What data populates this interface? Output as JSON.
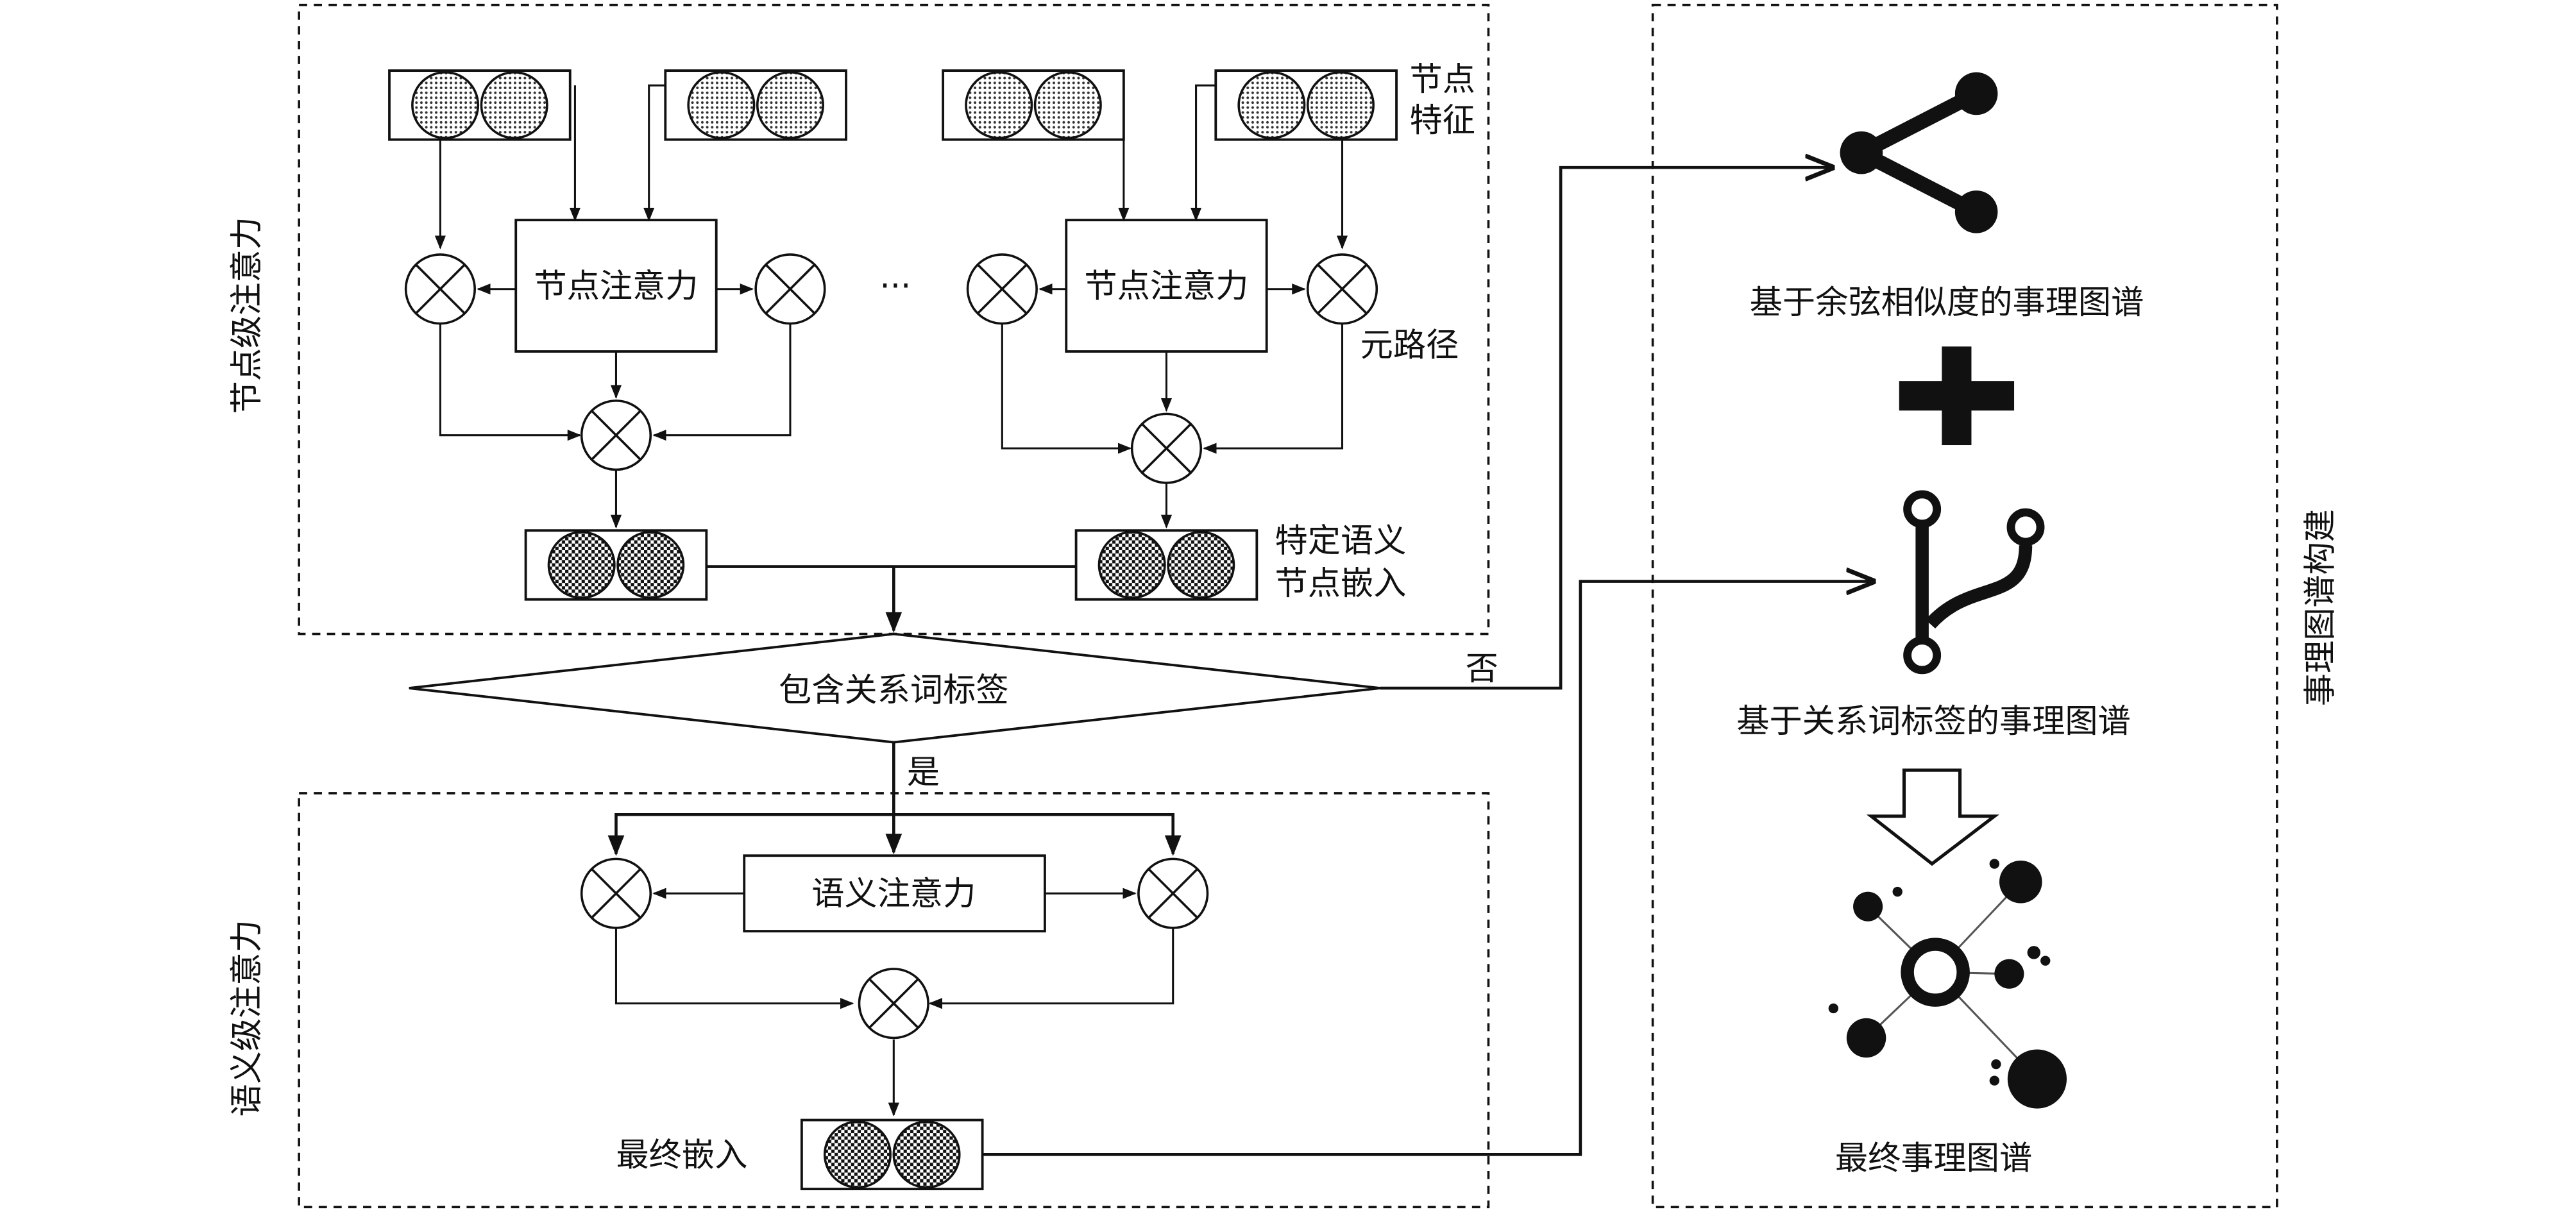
{
  "node_level": {
    "title": "节点级注意力",
    "attention_label_left": "节点注意力",
    "attention_label_right": "节点注意力",
    "ellipsis": "···",
    "node_feature_line1": "节点",
    "node_feature_line2": "特征",
    "metapath": "元路径",
    "specific_embed_line1": "特定语义",
    "specific_embed_line2": "节点嵌入"
  },
  "decision": {
    "label": "包含关系词标签",
    "yes": "是",
    "no": "否"
  },
  "semantic_level": {
    "title": "语义级注意力",
    "attention_label": "语义注意力",
    "final_embed": "最终嵌入"
  },
  "kg_construction": {
    "title": "事理图谱构建",
    "cosine_kg": "基于余弦相似度的事理图谱",
    "relation_kg": "基于关系词标签的事理图谱",
    "final_kg": "最终事理图谱",
    "cosine_icon": "share-icon",
    "relation_icon": "branch-icon",
    "plus_icon": "plus-icon",
    "arrow_icon": "down-arrow-icon",
    "final_icon": "network-graph-icon"
  }
}
